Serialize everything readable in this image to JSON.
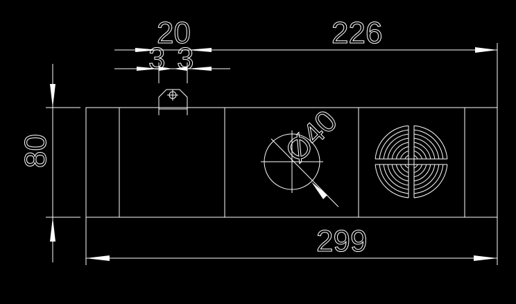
{
  "drawing": {
    "background": "#000000",
    "line_color": "#ffffff",
    "dimensions": {
      "tab_width": "20",
      "tab_offset_left": "3",
      "tab_offset_right": "3",
      "tab_to_end": "226",
      "height": "80",
      "total_length": "299",
      "hole_diameter": "Ø40"
    }
  }
}
